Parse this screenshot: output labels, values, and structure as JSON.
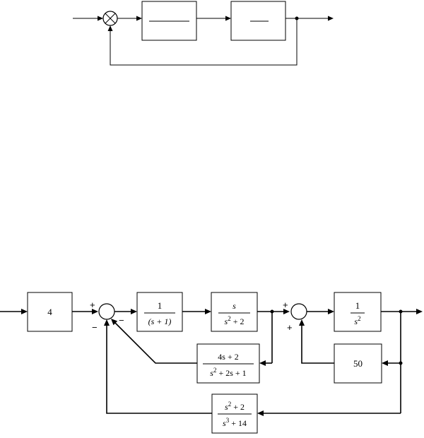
{
  "diagram1": {
    "blocks": [
      {
        "id": "g1",
        "numerator": "",
        "denominator": ""
      },
      {
        "id": "g2",
        "numerator": "",
        "denominator": ""
      }
    ]
  },
  "diagram2": {
    "gain_block": "4",
    "block_1_over_s_plus_1": {
      "numerator": "1",
      "denominator": "(s + 1)"
    },
    "block_s_over_s2_plus_2": {
      "numerator": "s",
      "denominator_base": "s",
      "denominator_exp": "2",
      "denominator_rest": " + 2"
    },
    "block_1_over_s2": {
      "numerator": "1",
      "denominator_base": "s",
      "denominator_exp": "2"
    },
    "feedback_block": {
      "numerator": "4s + 2",
      "denominator_base": "s",
      "denominator_exp": "2",
      "denominator_rest": " + 2s + 1"
    },
    "gain_50": "50",
    "outer_feedback_block": {
      "numerator_base": "s",
      "numerator_exp": "2",
      "numerator_rest": " + 2",
      "denominator_base": "s",
      "denominator_exp": "3",
      "denominator_rest": " + 14"
    },
    "signs": {
      "sum1_plus": "+",
      "sum1_minus_bottom": "−",
      "sum1_minus_right": "−",
      "sum2_plus_top": "+",
      "sum2_plus_bottom": "+"
    }
  }
}
